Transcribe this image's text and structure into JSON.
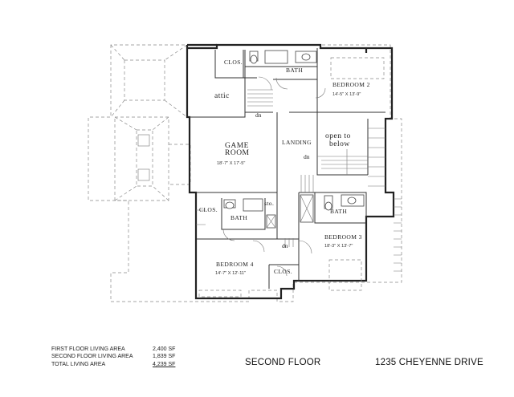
{
  "rooms": {
    "closet_top": "CLOS.",
    "bath_top": "BATH",
    "bedroom2": "BEDROOM 2",
    "bedroom2_dim": "14'-5\" X 13'-9\"",
    "attic": "attic",
    "game_room_line1": "GAME",
    "game_room_line2": "ROOM",
    "game_room_dim": "18'-7\" X 17'-5\"",
    "landing": "LANDING",
    "open_below_line1": "open to",
    "open_below_line2": "below",
    "closet_mid": "CLOS.",
    "bath_mid": "BATH",
    "storage": "sto.",
    "bath_right": "BATH",
    "bedroom3": "BEDROOM 3",
    "bedroom3_dim": "18'-3\" X 13'-7\"",
    "bedroom4": "BEDROOM 4",
    "bedroom4_dim": "14'-7\" X 12'-11\"",
    "closet_bottom": "CLOS.",
    "dn_top": "dn",
    "dn_landing": "dn",
    "dn_bottom": "dn"
  },
  "areas": [
    {
      "label": "FIRST FLOOR LIVING AREA",
      "value": "2,400 SF"
    },
    {
      "label": "SECOND FLOOR LIVING AREA",
      "value": "1,839 SF"
    },
    {
      "label": "TOTAL LIVING AREA",
      "value": "4,239 SF"
    }
  ],
  "floor_title": "SECOND FLOOR",
  "address": "1235 CHEYENNE DRIVE"
}
